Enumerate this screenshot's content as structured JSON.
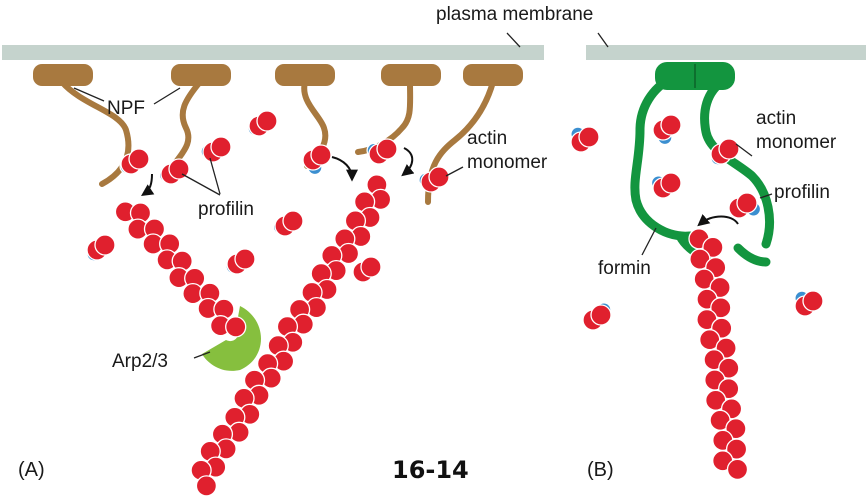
{
  "labels": {
    "plasma_membrane": "plasma membrane",
    "npf": "NPF",
    "profilin_a": "profilin",
    "actin_monomer_a_line1": "actin",
    "actin_monomer_a_line2": "monomer",
    "arp23": "Arp2/3",
    "actin_monomer_b_line1": "actin",
    "actin_monomer_b_line2": "monomer",
    "profilin_b": "profilin",
    "formin": "formin",
    "panel_a": "(A)",
    "panel_b": "(B)",
    "figure_number": "16-14"
  },
  "colors": {
    "membrane": "#c5d3cd",
    "npf": "#a8793f",
    "actin": "#e0202e",
    "actin_outline": "#ffffff",
    "profilin": "#3b8fd0",
    "arp23": "#86bf3e",
    "formin": "#13953f"
  }
}
